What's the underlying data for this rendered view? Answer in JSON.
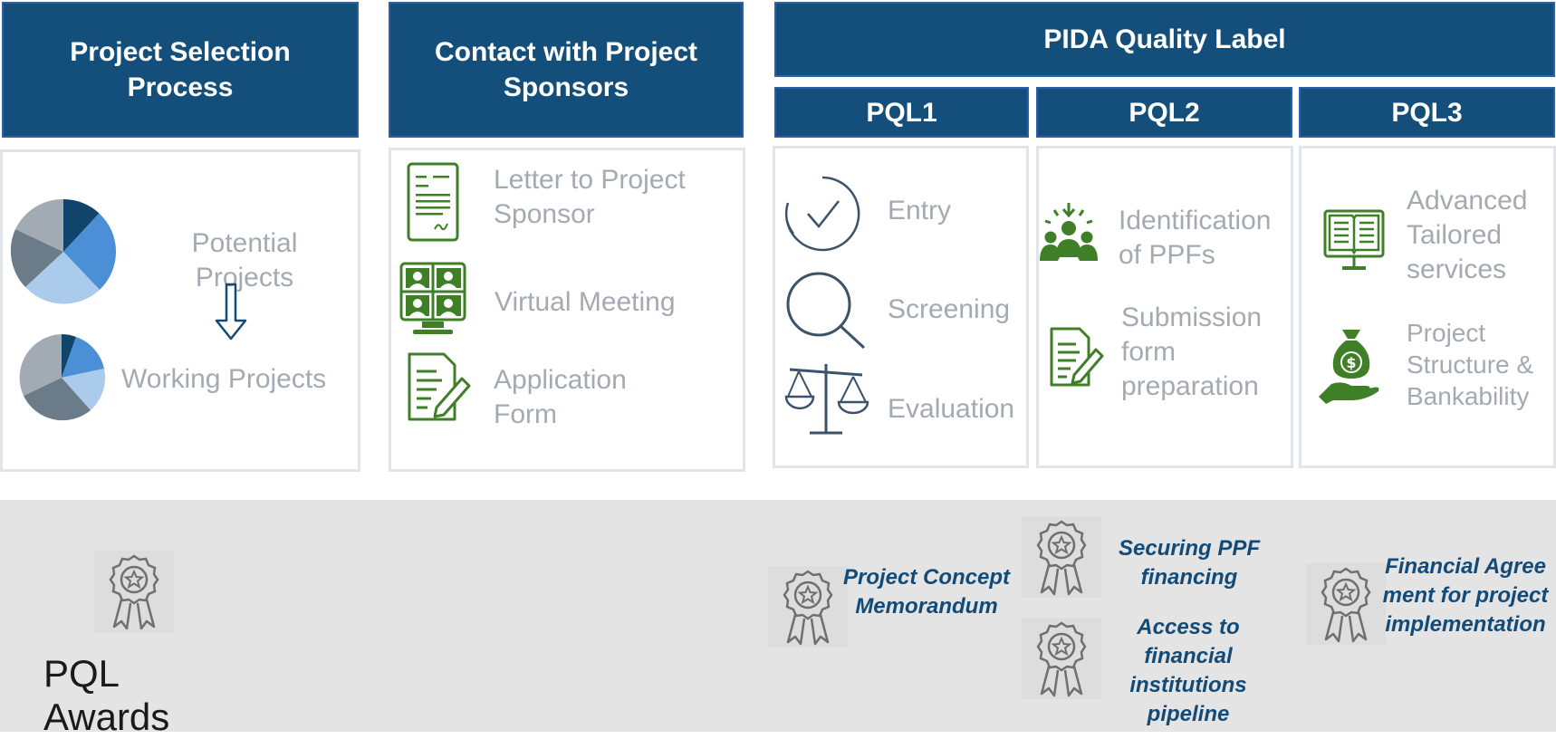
{
  "headers": {
    "selection": "Project Selection Process",
    "contact": "Contact with Project Sponsors",
    "pida": "PIDA Quality Label",
    "pql1": "PQL1",
    "pql2": "PQL2",
    "pql3": "PQL3"
  },
  "selection": {
    "potential": "Potential Projects",
    "working": "Working Projects"
  },
  "contact": {
    "letter": "Letter to Project Sponsor",
    "meeting": "Virtual Meeting",
    "application": "Application Form"
  },
  "pql1": {
    "entry": "Entry",
    "screening": "Screening",
    "evaluation": "Evaluation"
  },
  "pql2": {
    "identification": "Identification of PPFs",
    "submission": "Submission form preparation"
  },
  "pql3": {
    "advanced": "Advanced Tailored services",
    "structure": "Project Structure & Bankability"
  },
  "awards": {
    "title": "PQL Awards",
    "concept": "Project Concept Memorandum",
    "securing": "Securing PPF financing",
    "access": "Access to financial institutions pipeline",
    "financial": "Financial Agreement for project implementation"
  },
  "colors": {
    "header_blue": "#134f7a",
    "icon_green": "#3f7f28",
    "icon_slate": "#3c5268",
    "text_grey": "#a3aab2",
    "award_text": "#124a78"
  },
  "icons": [
    "pie-chart-icon",
    "down-arrow-icon",
    "letter-document-icon",
    "video-call-icon",
    "form-pencil-icon",
    "checkmark-circle-icon",
    "magnifier-icon",
    "scales-icon",
    "team-target-icon",
    "submission-form-icon",
    "book-monitor-icon",
    "money-bag-hand-icon",
    "award-ribbon-icon"
  ]
}
